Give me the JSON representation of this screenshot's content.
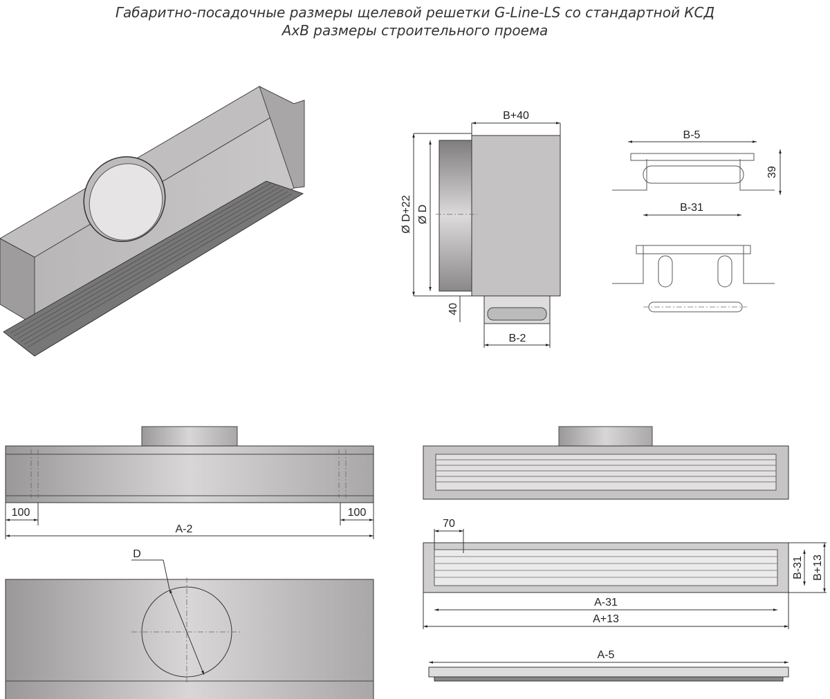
{
  "title": {
    "line1": "Габаритно-посадочные размеры щелевой решетки G-Line-LS со стандартной КСД",
    "line2": "АхВ размеры строительного проема"
  },
  "side_view": {
    "top": "B+40",
    "dia_outer": "Ø D+22",
    "dia_inner": "Ø D",
    "height": "40",
    "bottom": "B-2"
  },
  "section_view": {
    "top": "B-5",
    "height": "39",
    "bottom": "B-31"
  },
  "front_view": {
    "left_offset": "100",
    "right_offset": "100",
    "length": "A-2"
  },
  "top_view": {
    "diameter": "D"
  },
  "grille_view": {
    "offset": "70",
    "inner_height": "B-31",
    "outer_height": "B+13",
    "inner_length": "A-31",
    "outer_length": "A+13"
  },
  "slim_view": {
    "length": "A-5"
  },
  "colors": {
    "metal_light": "#d4d2d2",
    "metal_dark": "#8f8d8d",
    "line": "#333333"
  }
}
